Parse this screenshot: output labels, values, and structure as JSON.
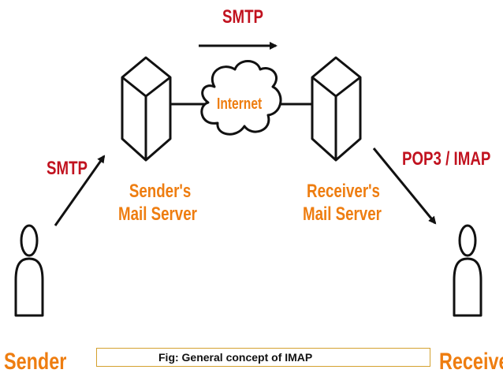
{
  "nodes": {
    "sender": {
      "label": "Sender"
    },
    "receiver": {
      "label": "Receiver"
    },
    "sender_server": {
      "label_line1": "Sender's",
      "label_line2": "Mail Server"
    },
    "receiver_server": {
      "label_line1": "Receiver's",
      "label_line2": "Mail Server"
    },
    "internet": {
      "label": "Internet"
    }
  },
  "edges": {
    "sender_to_server": {
      "protocol": "SMTP"
    },
    "server_to_server": {
      "protocol": "SMTP"
    },
    "server_to_receiver": {
      "protocol": "POP3 / IMAP"
    }
  },
  "caption": {
    "text": "Fig: General concept of IMAP"
  },
  "colors": {
    "protocol_text": "#c1121f",
    "node_text": "#ee7d10",
    "caption_border": "#d4a12f"
  }
}
